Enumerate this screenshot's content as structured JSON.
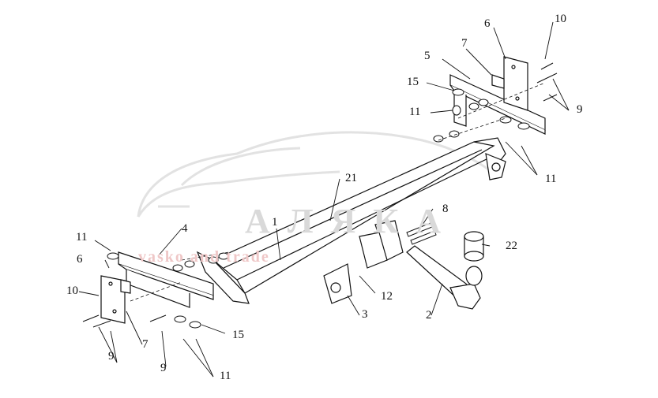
{
  "watermark": {
    "brand": "АЛЯКА",
    "tagline": "vasko and trade"
  },
  "callouts": [
    {
      "id": "c1",
      "text": "1"
    },
    {
      "id": "c2",
      "text": "2"
    },
    {
      "id": "c3",
      "text": "3"
    },
    {
      "id": "c4",
      "text": "4"
    },
    {
      "id": "c5",
      "text": "5"
    },
    {
      "id": "c6a",
      "text": "6"
    },
    {
      "id": "c6b",
      "text": "6"
    },
    {
      "id": "c7a",
      "text": "7"
    },
    {
      "id": "c7b",
      "text": "7"
    },
    {
      "id": "c8",
      "text": "8"
    },
    {
      "id": "c9a",
      "text": "9"
    },
    {
      "id": "c9b",
      "text": "9"
    },
    {
      "id": "c9c",
      "text": "9"
    },
    {
      "id": "c10a",
      "text": "10"
    },
    {
      "id": "c10b",
      "text": "10"
    },
    {
      "id": "c11a",
      "text": "11"
    },
    {
      "id": "c11b",
      "text": "11"
    },
    {
      "id": "c11c",
      "text": "11"
    },
    {
      "id": "c11d",
      "text": "11"
    },
    {
      "id": "c12",
      "text": "12"
    },
    {
      "id": "c15a",
      "text": "15"
    },
    {
      "id": "c15b",
      "text": "15"
    },
    {
      "id": "c21",
      "text": "21"
    },
    {
      "id": "c22",
      "text": "22"
    }
  ]
}
